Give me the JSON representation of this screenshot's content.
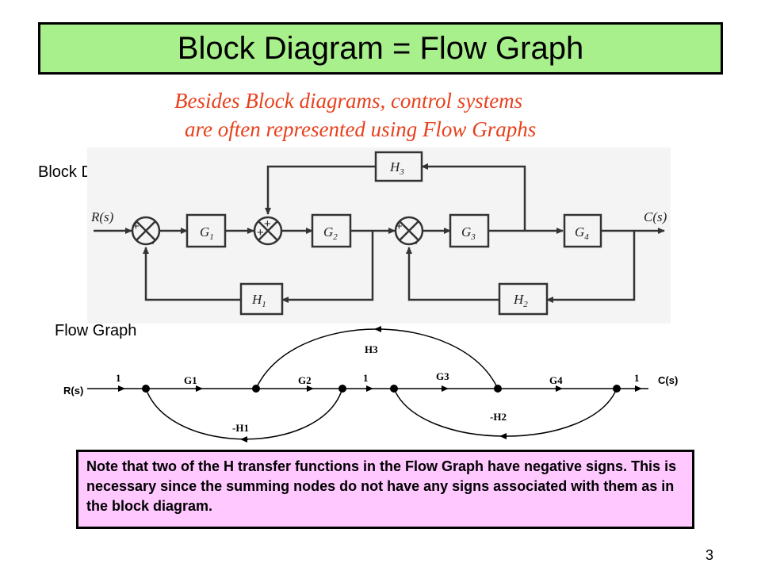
{
  "slide": {
    "title": "Block Diagram = Flow Graph",
    "subtitle_line1": "Besides Block diagrams, control systems",
    "subtitle_line2": "are often represented using Flow Graphs",
    "block_diagram_label": "Block Diagram",
    "flow_graph_label": "Flow Graph",
    "note": "Note that two of the H transfer functions in the Flow Graph have negative signs.  This is necessary since the summing nodes do not have any signs associated with them as in the block diagram.",
    "page_number": "3"
  },
  "block_diagram": {
    "input": "R(s)",
    "output": "C(s)",
    "blocks": {
      "g1": "G",
      "g2": "G",
      "g3": "G",
      "g4": "G",
      "h1": "H",
      "h2": "H",
      "h3": "H"
    },
    "subscripts": {
      "g1": "1",
      "g2": "2",
      "g3": "3",
      "g4": "4",
      "h1": "1",
      "h2": "2",
      "h3": "3"
    },
    "signs": {
      "plus": "+",
      "minus": "−"
    }
  },
  "flow_graph": {
    "input": "R(s)",
    "output": "C(s)",
    "branches": {
      "in_gain": "1",
      "g1": "G1",
      "g2": "G2",
      "mid_gain": "1",
      "g3": "G3",
      "g4": "G4",
      "out_gain": "1",
      "h3": "H3",
      "h1": "-H1",
      "h2": "-H2"
    }
  }
}
